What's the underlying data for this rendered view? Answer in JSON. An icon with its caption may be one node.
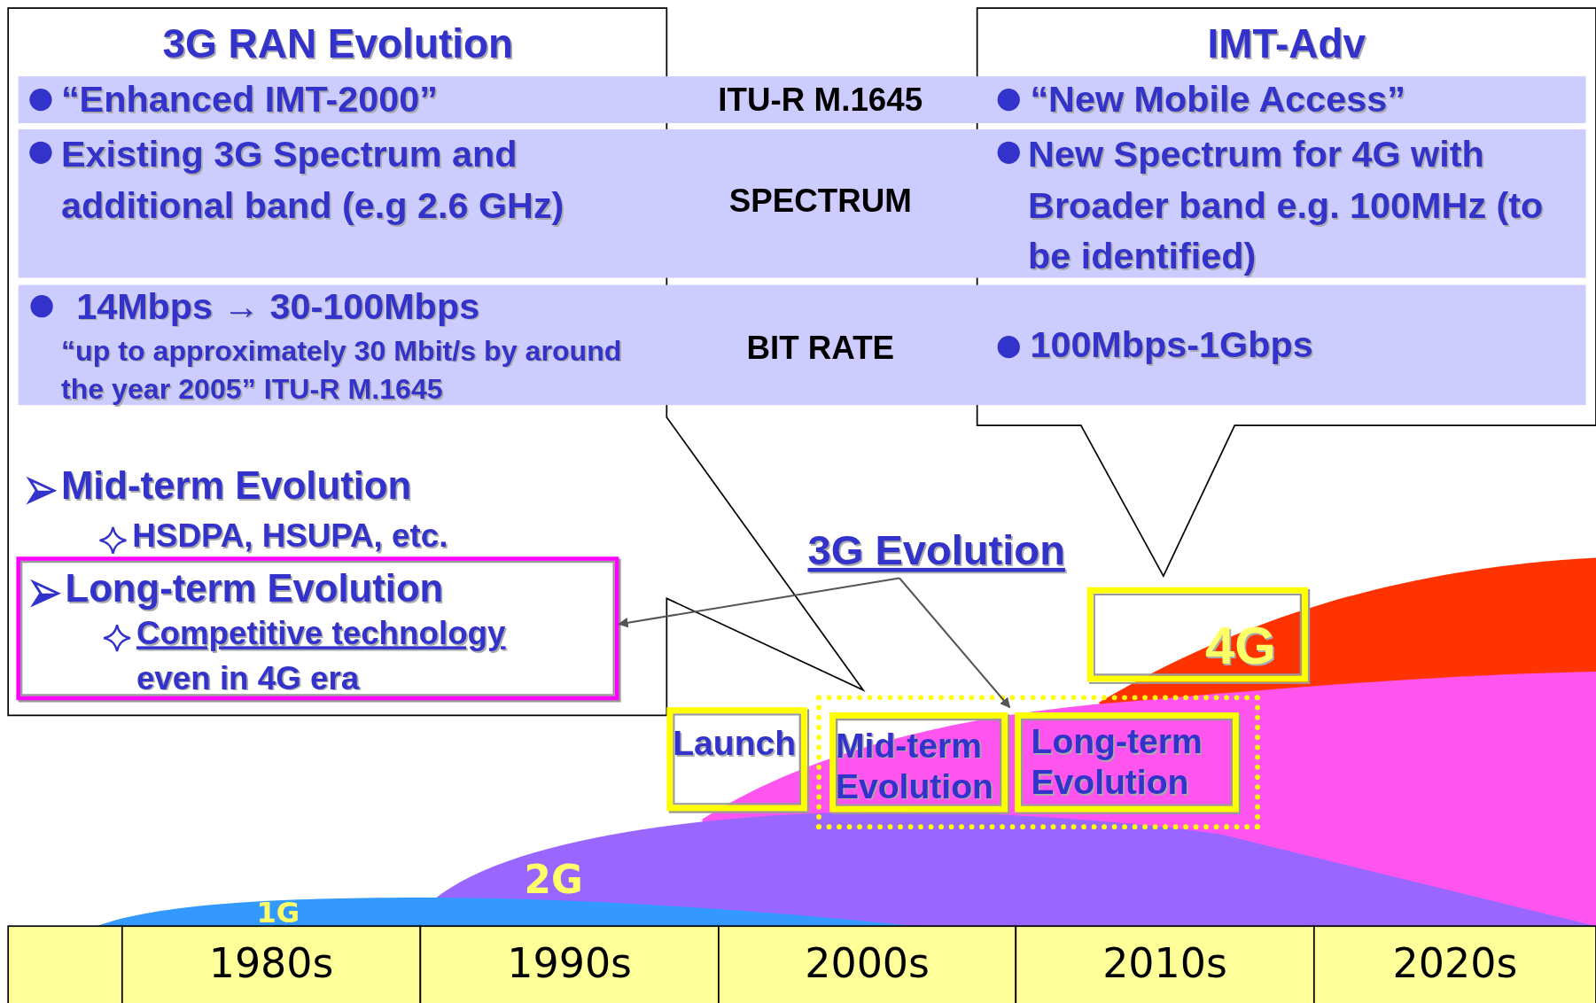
{
  "diagram": {
    "nodes": [
      {
        "text": [
          "3G RAN Evolution",
          "Mid-term Evolution",
          "HSDPA, HSUPA, etc."
        ]
      },
      {
        "text": [
          "IMT-Adv"
        ]
      },
      {
        "text": [
          "“Enhanced IMT-2000”",
          "ITU-R M.1645",
          "“New Mobile Access”"
        ]
      },
      {
        "text": [
          "Existing 3G Spectrum and additional band (e.g 2.6 GHz)",
          "SPECTRUM",
          "New Spectrum for 4G with Broader band e.g. 100MHz (to be identified)"
        ]
      },
      {
        "text": [
          "14Mbps → 30-100Mbps",
          "“up to approximately 30 Mbit/s by around the year 2005” ITU-R M.1645",
          "BIT RATE",
          "100Mbps-1Gbps"
        ]
      },
      {
        "text": [
          "Long-term Evolution",
          "Competitive technology",
          "even in 4G era"
        ],
        "in": 0
      },
      {
        "text": [
          "3G Evolution"
        ]
      },
      {
        "text": [
          "4G"
        ]
      },
      {
        "text": [
          "Launch"
        ]
      },
      {
        "text": [],
        "shape": "box"
      },
      {
        "text": [
          "Mid-term Evolution"
        ],
        "in": 9
      },
      {
        "text": [
          "Long-term Evolution"
        ],
        "in": 9
      }
    ],
    "edges": [
      {
        "from": 6,
        "to": 5,
        "arrow": "to"
      },
      {
        "from": 6,
        "to": 11,
        "arrow": "to"
      }
    ],
    "labels": [
      "1G",
      "2G",
      "1980s",
      "1990s",
      "2000s",
      "2010s",
      "2020s"
    ]
  }
}
